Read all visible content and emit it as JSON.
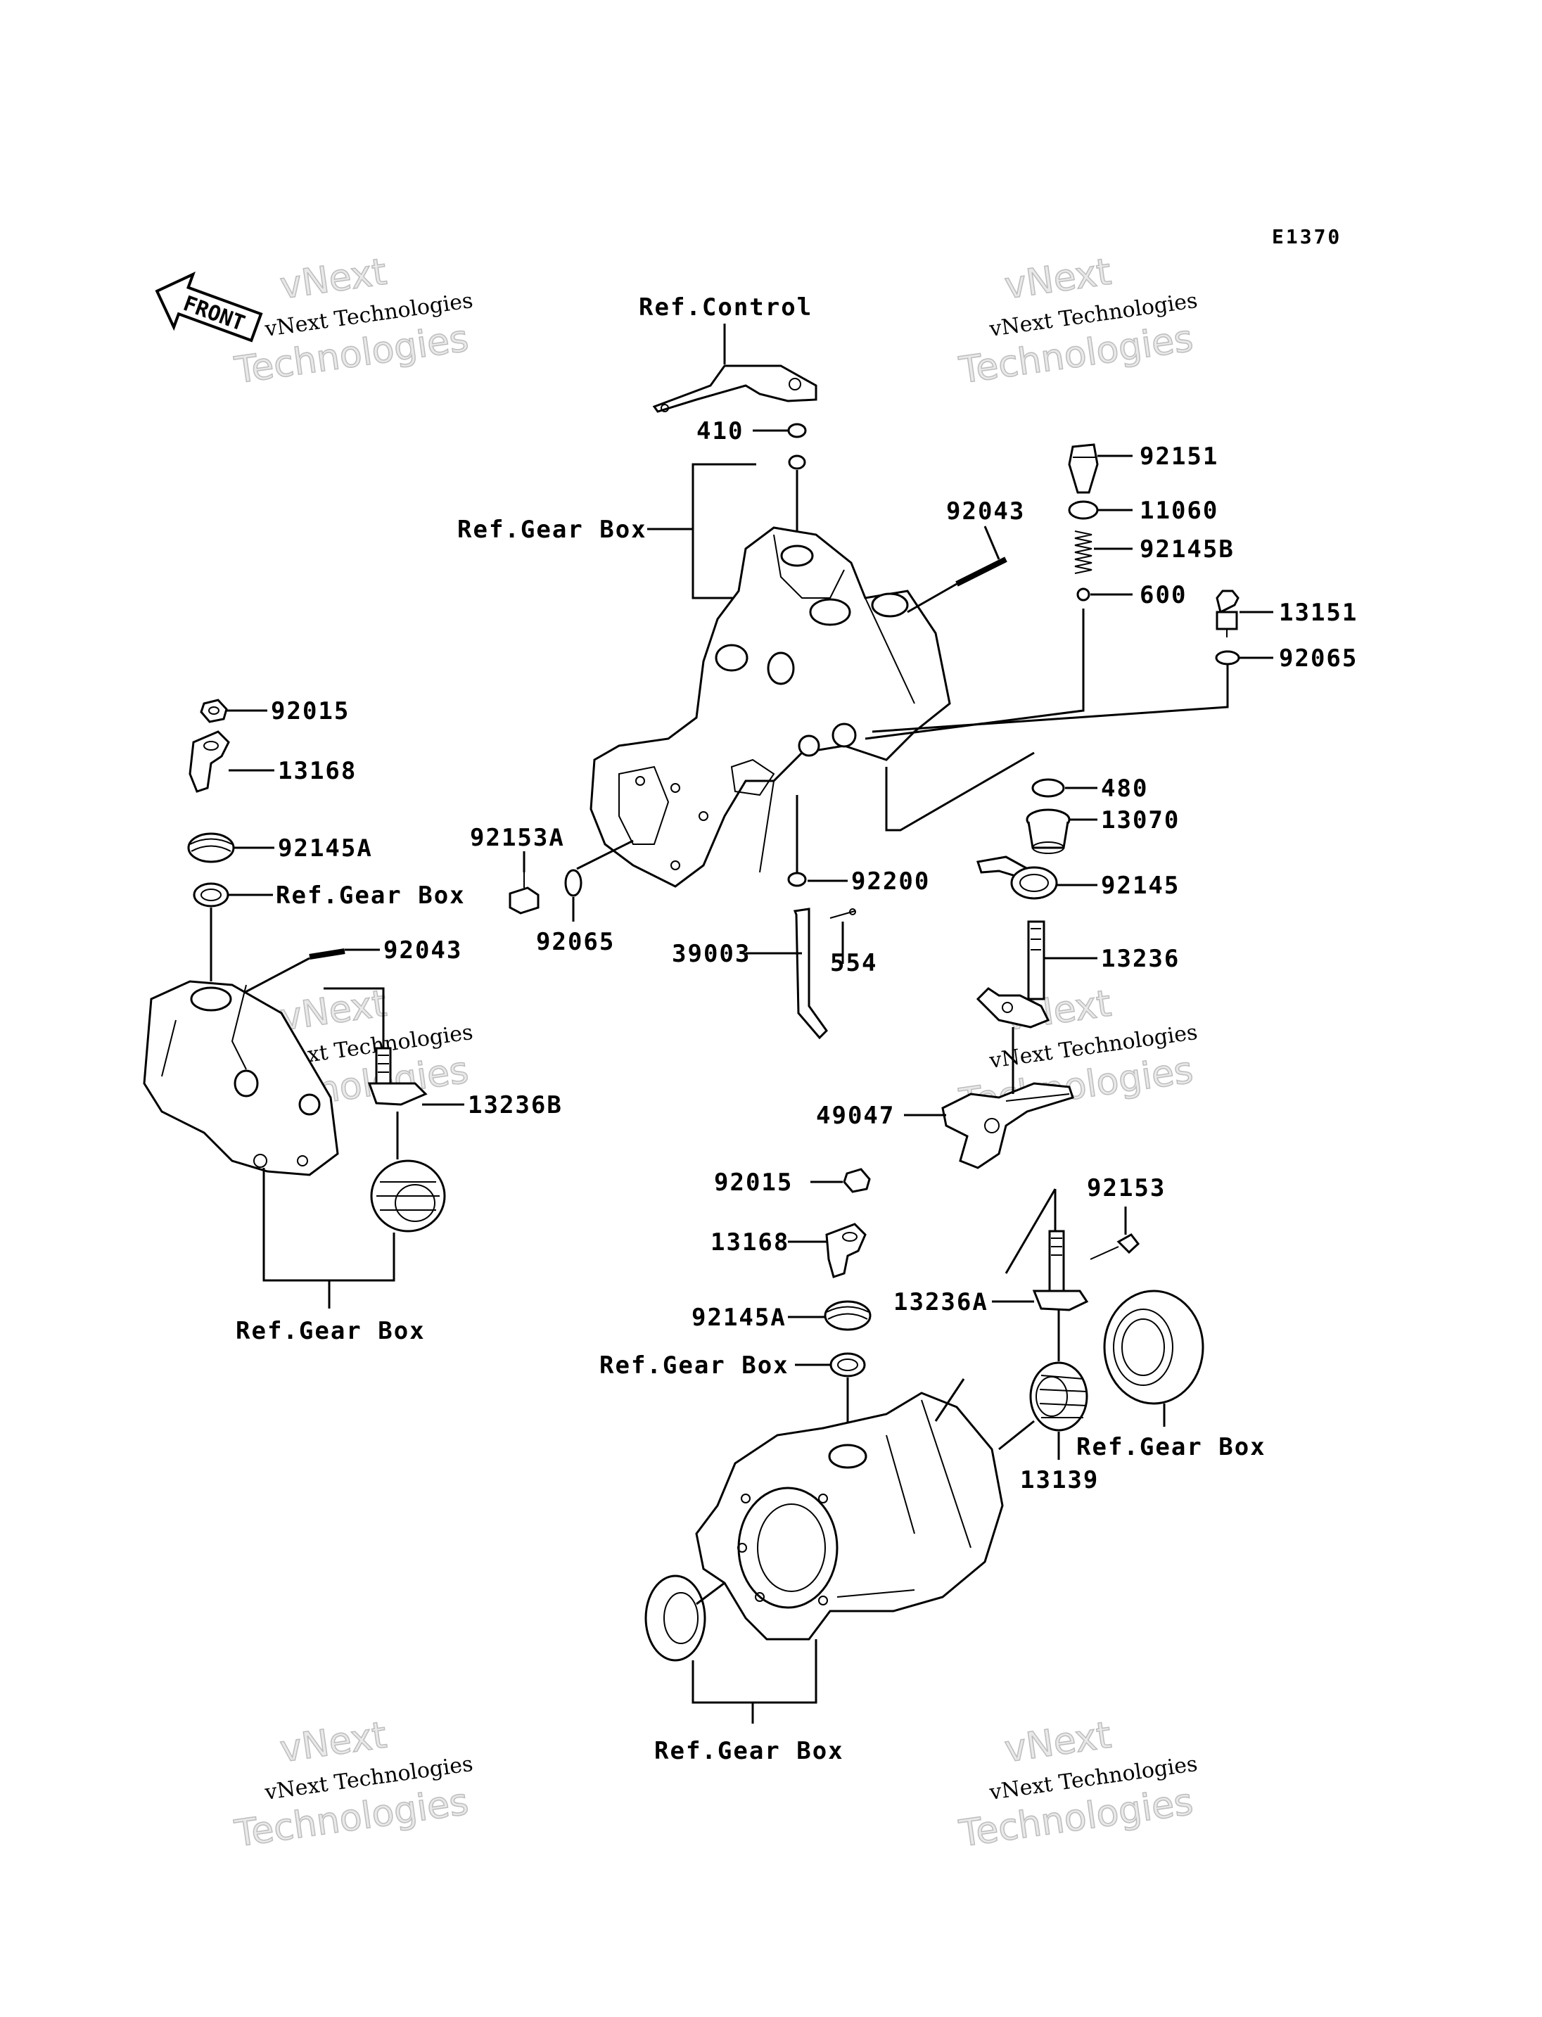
{
  "diagram_code": "E1370",
  "front_label": "FRONT",
  "watermark": {
    "line1": "vNext",
    "line2": "vNext Technologies",
    "line3": "Technologies"
  },
  "labels": {
    "ref_control": "Ref.Control",
    "p410": "410",
    "ref_gear_box_top": "Ref.Gear Box",
    "p92151": "92151",
    "p11060": "11060",
    "p92043_top": "92043",
    "p92145b": "92145B",
    "p600": "600",
    "p13151": "13151",
    "p92065_right": "92065",
    "p92015_left": "92015",
    "p13168_left": "13168",
    "p480": "480",
    "p13070": "13070",
    "p92153a": "92153A",
    "p92145a_left": "92145A",
    "p92145": "92145",
    "p92200": "92200",
    "ref_gear_box_left_seal": "Ref.Gear Box",
    "p92065_mid": "92065",
    "p92043_left": "92043",
    "p39003": "39003",
    "p554": "554",
    "p13236": "13236",
    "p13236b": "13236B",
    "p49047": "49047",
    "p92015_bottom": "92015",
    "p92153": "92153",
    "p13168_bottom": "13168",
    "p13236a": "13236A",
    "ref_gear_box_left_bottom": "Ref.Gear Box",
    "p92145a_bottom": "92145A",
    "ref_gear_box_bottom_seal": "Ref.Gear Box",
    "ref_gear_box_right": "Ref.Gear Box",
    "p13139": "13139",
    "ref_gear_box_bottom": "Ref.Gear Box"
  }
}
